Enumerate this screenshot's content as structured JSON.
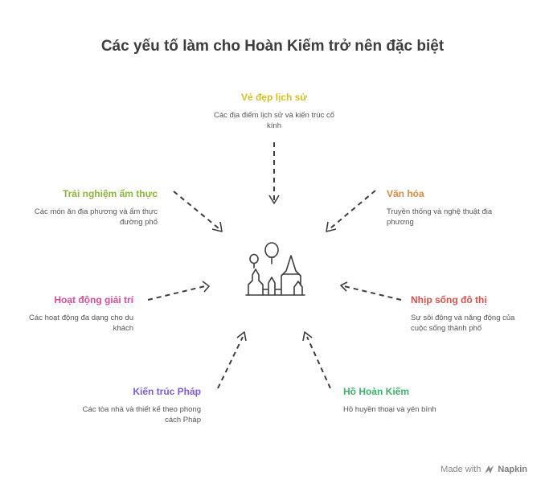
{
  "title": "Các yếu tố làm cho Hoàn Kiếm trở nên đặc biệt",
  "nodes": {
    "history": {
      "title": "Vẻ đẹp lịch sử",
      "desc": "Các địa điểm lịch sử và kiến trúc cổ kính",
      "color": "#d4c21a"
    },
    "culture": {
      "title": "Văn hóa",
      "desc": "Truyền thống và nghệ thuật địa phương",
      "color": "#e08a3c"
    },
    "pace": {
      "title": "Nhịp sống đô thị",
      "desc": "Sự sôi động và năng động của cuộc sống thành phố",
      "color": "#e0504a"
    },
    "lake": {
      "title": "Hồ Hoàn Kiếm",
      "desc": "Hồ huyền thoại và yên bình",
      "color": "#3bb36a"
    },
    "french": {
      "title": "Kiến trúc Pháp",
      "desc": "Các tòa nhà và thiết kế theo phong cách Pháp",
      "color": "#7b5ce0"
    },
    "entertainment": {
      "title": "Hoạt động giải trí",
      "desc": "Các hoạt động đa dạng cho du khách",
      "color": "#e04a9a"
    },
    "cuisine": {
      "title": "Trải nghiệm ẩm thực",
      "desc": "Các món ăn địa phương và ẩm thực đường phố",
      "color": "#8cb83a"
    }
  },
  "center_icon": "city-with-balloons-icon",
  "footer": {
    "made_with": "Made with",
    "brand": "Napkin",
    "icon": "napkin-logo-icon"
  }
}
